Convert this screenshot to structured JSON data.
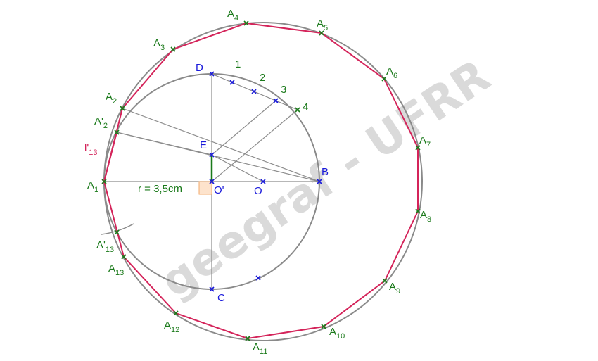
{
  "watermark": "geegraf - UFRR",
  "radius_label": "r = 3,5cm",
  "division_numbers": [
    "1",
    "2",
    "3",
    "4"
  ],
  "points": {
    "D": "D",
    "E": "E",
    "B": "B",
    "O": "O",
    "O_prime": "O'",
    "C": "C"
  },
  "outer_labels": [
    {
      "base": "A",
      "sub": "1"
    },
    {
      "base": "A",
      "sub": "2"
    },
    {
      "base": "A",
      "sub": "3"
    },
    {
      "base": "A",
      "sub": "4"
    },
    {
      "base": "A",
      "sub": "5"
    },
    {
      "base": "A",
      "sub": "6"
    },
    {
      "base": "A",
      "sub": "7"
    },
    {
      "base": "A",
      "sub": "8"
    },
    {
      "base": "A",
      "sub": "9"
    },
    {
      "base": "A",
      "sub": "10"
    },
    {
      "base": "A",
      "sub": "11"
    },
    {
      "base": "A",
      "sub": "12"
    },
    {
      "base": "A",
      "sub": "13"
    }
  ],
  "primed_labels": [
    {
      "base": "A'",
      "sub": "2"
    },
    {
      "base": "A'",
      "sub": "13"
    }
  ],
  "length_label": {
    "base": "l'",
    "sub": "13"
  },
  "colors": {
    "polygon": "#d4245a",
    "circle": "#8a8a8a",
    "line": "#8c8c8c",
    "green_mark": "#1b7a1b",
    "blue_mark": "#1a1adb",
    "right_angle": "#f3a96a"
  }
}
